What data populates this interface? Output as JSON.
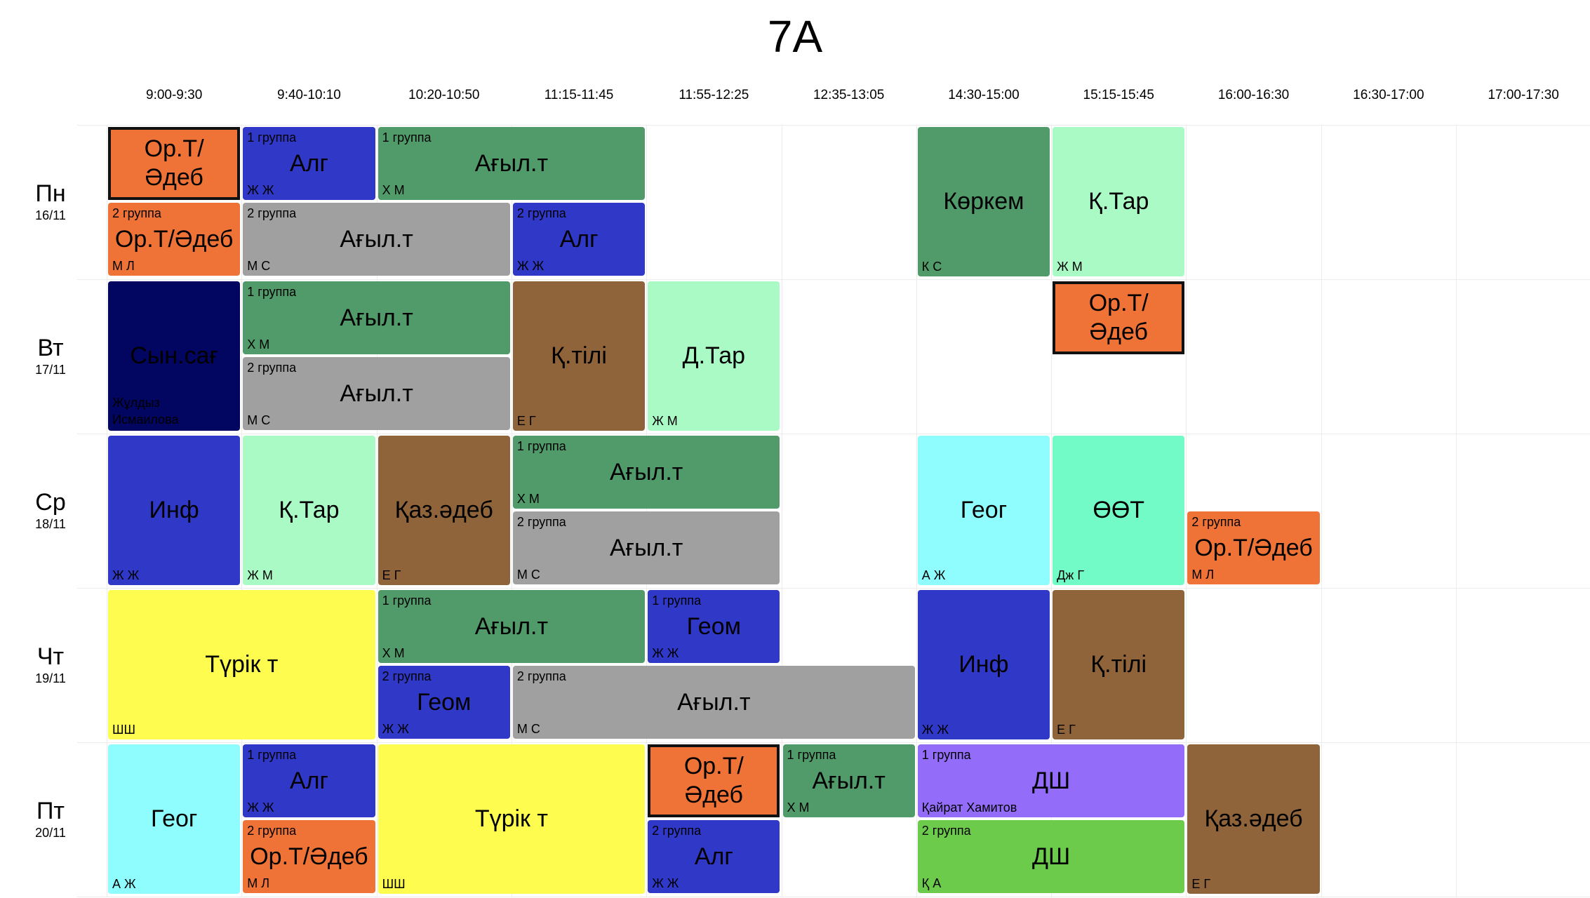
{
  "title": "7A",
  "time_slots": [
    "9:00-9:30",
    "9:40-10:10",
    "10:20-10:50",
    "11:15-11:45",
    "11:55-12:25",
    "12:35-13:05",
    "14:30-15:00",
    "15:15-15:45",
    "16:00-16:30",
    "16:30-17:00",
    "17:00-17:30"
  ],
  "days": [
    {
      "name": "Пн",
      "date": "16/11"
    },
    {
      "name": "Вт",
      "date": "17/11"
    },
    {
      "name": "Ср",
      "date": "18/11"
    },
    {
      "name": "Чт",
      "date": "19/11"
    },
    {
      "name": "Пт",
      "date": "20/11"
    }
  ],
  "colors": {
    "orange": "#ef7236",
    "blue": "#3038c8",
    "green": "#519b6b",
    "gray": "#a0a0a0",
    "navy": "#030660",
    "brown": "#90643a",
    "mint": "#aafac6",
    "cyan": "#8ffdfd",
    "aqua": "#72fbc6",
    "yellow": "#fefc4f",
    "purple": "#936dfa",
    "lime": "#6dcb4c"
  },
  "lessons": [
    {
      "day": 0,
      "slot": 0,
      "span": 1,
      "half": "top",
      "subject": "Ор.Т/\nӘдеб",
      "group": "",
      "teacher": "",
      "color": "orange",
      "bordered": true
    },
    {
      "day": 0,
      "slot": 0,
      "span": 1,
      "half": "bottom",
      "subject": "Ор.Т/Әдеб",
      "group": "2 группа",
      "teacher": "М Л",
      "color": "orange"
    },
    {
      "day": 0,
      "slot": 1,
      "span": 1,
      "half": "top",
      "subject": "Алг",
      "group": "1 группа",
      "teacher": "Ж Ж",
      "color": "blue"
    },
    {
      "day": 0,
      "slot": 2,
      "span": 2,
      "half": "top",
      "subject": "Ағыл.т",
      "group": "1 группа",
      "teacher": "Х М",
      "color": "green"
    },
    {
      "day": 0,
      "slot": 1,
      "span": 2,
      "half": "bottom",
      "subject": "Ағыл.т",
      "group": "2 группа",
      "teacher": "М С",
      "color": "gray"
    },
    {
      "day": 0,
      "slot": 3,
      "span": 1,
      "half": "bottom",
      "subject": "Алг",
      "group": "2 группа",
      "teacher": "Ж Ж",
      "color": "blue"
    },
    {
      "day": 0,
      "slot": 6,
      "span": 1,
      "half": "full",
      "subject": "Көркем",
      "group": "",
      "teacher": "К С",
      "color": "green"
    },
    {
      "day": 0,
      "slot": 7,
      "span": 1,
      "half": "full",
      "subject": "Қ.Тар",
      "group": "",
      "teacher": "Ж М",
      "color": "mint"
    },
    {
      "day": 1,
      "slot": 0,
      "span": 1,
      "half": "full",
      "subject": "Сын.сағ",
      "group": "",
      "teacher": "Жұлдыз\nИсмаилова",
      "color": "navy"
    },
    {
      "day": 1,
      "slot": 1,
      "span": 2,
      "half": "top",
      "subject": "Ағыл.т",
      "group": "1 группа",
      "teacher": "Х М",
      "color": "green"
    },
    {
      "day": 1,
      "slot": 1,
      "span": 2,
      "half": "bottom",
      "subject": "Ағыл.т",
      "group": "2 группа",
      "teacher": "М С",
      "color": "gray"
    },
    {
      "day": 1,
      "slot": 3,
      "span": 1,
      "half": "full",
      "subject": "Қ.тілі",
      "group": "",
      "teacher": "Е Г",
      "color": "brown"
    },
    {
      "day": 1,
      "slot": 4,
      "span": 1,
      "half": "full",
      "subject": "Д.Тар",
      "group": "",
      "teacher": "Ж М",
      "color": "mint"
    },
    {
      "day": 1,
      "slot": 7,
      "span": 1,
      "half": "top",
      "subject": "Ор.Т/\nӘдеб",
      "group": "",
      "teacher": "",
      "color": "orange",
      "bordered": true
    },
    {
      "day": 2,
      "slot": 0,
      "span": 1,
      "half": "full",
      "subject": "Инф",
      "group": "",
      "teacher": "Ж Ж",
      "color": "blue"
    },
    {
      "day": 2,
      "slot": 1,
      "span": 1,
      "half": "full",
      "subject": "Қ.Тар",
      "group": "",
      "teacher": "Ж М",
      "color": "mint"
    },
    {
      "day": 2,
      "slot": 2,
      "span": 1,
      "half": "full",
      "subject": "Қаз.әдеб",
      "group": "",
      "teacher": "Е Г",
      "color": "brown"
    },
    {
      "day": 2,
      "slot": 3,
      "span": 2,
      "half": "top",
      "subject": "Ағыл.т",
      "group": "1 группа",
      "teacher": "Х М",
      "color": "green"
    },
    {
      "day": 2,
      "slot": 3,
      "span": 2,
      "half": "bottom",
      "subject": "Ағыл.т",
      "group": "2 группа",
      "teacher": "М С",
      "color": "gray"
    },
    {
      "day": 2,
      "slot": 6,
      "span": 1,
      "half": "full",
      "subject": "Геог",
      "group": "",
      "teacher": "А Ж",
      "color": "cyan"
    },
    {
      "day": 2,
      "slot": 7,
      "span": 1,
      "half": "full",
      "subject": "ӨӨТ",
      "group": "",
      "teacher": "Дж Г",
      "color": "aqua"
    },
    {
      "day": 2,
      "slot": 8,
      "span": 1,
      "half": "bottom",
      "subject": "Ор.Т/Әдеб",
      "group": "2 группа",
      "teacher": "М Л",
      "color": "orange"
    },
    {
      "day": 3,
      "slot": 0,
      "span": 2,
      "half": "full",
      "subject": "Түрік т",
      "group": "",
      "teacher": "ШШ",
      "color": "yellow"
    },
    {
      "day": 3,
      "slot": 2,
      "span": 2,
      "half": "top",
      "subject": "Ағыл.т",
      "group": "1 группа",
      "teacher": "Х М",
      "color": "green"
    },
    {
      "day": 3,
      "slot": 4,
      "span": 1,
      "half": "top",
      "subject": "Геом",
      "group": "1 группа",
      "teacher": "Ж Ж",
      "color": "blue"
    },
    {
      "day": 3,
      "slot": 2,
      "span": 1,
      "half": "bottom",
      "subject": "Геом",
      "group": "2 группа",
      "teacher": "Ж Ж",
      "color": "blue"
    },
    {
      "day": 3,
      "slot": 3,
      "span": 3,
      "half": "bottom",
      "subject": "Ағыл.т",
      "group": "2 группа",
      "teacher": "М С",
      "color": "gray"
    },
    {
      "day": 3,
      "slot": 6,
      "span": 1,
      "half": "full",
      "subject": "Инф",
      "group": "",
      "teacher": "Ж Ж",
      "color": "blue"
    },
    {
      "day": 3,
      "slot": 7,
      "span": 1,
      "half": "full",
      "subject": "Қ.тілі",
      "group": "",
      "teacher": "Е Г",
      "color": "brown"
    },
    {
      "day": 4,
      "slot": 0,
      "span": 1,
      "half": "full",
      "subject": "Геог",
      "group": "",
      "teacher": "А Ж",
      "color": "cyan"
    },
    {
      "day": 4,
      "slot": 1,
      "span": 1,
      "half": "top",
      "subject": "Алг",
      "group": "1 группа",
      "teacher": "Ж Ж",
      "color": "blue"
    },
    {
      "day": 4,
      "slot": 1,
      "span": 1,
      "half": "bottom",
      "subject": "Ор.Т/Әдеб",
      "group": "2 группа",
      "teacher": "М Л",
      "color": "orange"
    },
    {
      "day": 4,
      "slot": 2,
      "span": 2,
      "half": "full",
      "subject": "Түрік т",
      "group": "",
      "teacher": "ШШ",
      "color": "yellow"
    },
    {
      "day": 4,
      "slot": 4,
      "span": 1,
      "half": "top",
      "subject": "Ор.Т/\nӘдеб",
      "group": "",
      "teacher": "",
      "color": "orange",
      "bordered": true
    },
    {
      "day": 4,
      "slot": 4,
      "span": 1,
      "half": "bottom",
      "subject": "Алг",
      "group": "2 группа",
      "teacher": "Ж Ж",
      "color": "blue"
    },
    {
      "day": 4,
      "slot": 5,
      "span": 1,
      "half": "top",
      "subject": "Ағыл.т",
      "group": "1 группа",
      "teacher": "Х М",
      "color": "green"
    },
    {
      "day": 4,
      "slot": 6,
      "span": 2,
      "half": "top",
      "subject": "ДШ",
      "group": "1 группа",
      "teacher": "Қайрат Хамитов",
      "color": "purple"
    },
    {
      "day": 4,
      "slot": 6,
      "span": 2,
      "half": "bottom",
      "subject": "ДШ",
      "group": "2 группа",
      "teacher": "Қ А",
      "color": "lime"
    },
    {
      "day": 4,
      "slot": 8,
      "span": 1,
      "half": "full",
      "subject": "Қаз.әдеб",
      "group": "",
      "teacher": "Е Г",
      "color": "brown"
    }
  ]
}
